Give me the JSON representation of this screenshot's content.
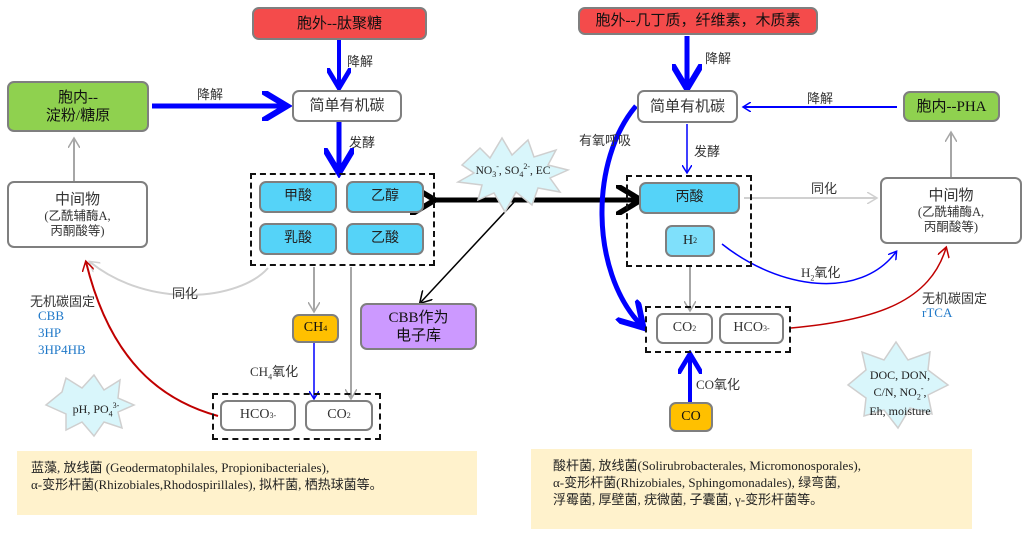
{
  "nodes": {
    "left_top": "胞外--肽聚糖",
    "right_top": "胞外--几丁质，纤维素，木质素",
    "left_simple_c": "简单有机碳",
    "right_simple_c": "简单有机碳",
    "left_storage_line1": "胞内--",
    "left_storage_line2": "淀粉/糖原",
    "right_storage": "胞内--PHA",
    "left_intermediate": {
      "title": "中间物",
      "line2": "(乙酰辅酶A,",
      "line3": "丙酮酸等)"
    },
    "right_intermediate": {
      "title": "中间物",
      "line2": "(乙酰辅酶A,",
      "line3": "丙酮酸等)"
    },
    "formic": "甲酸",
    "ethanol": "乙醇",
    "lactic": "乳酸",
    "acetic": "乙酸",
    "pyruvic": "丙酸",
    "h2": {
      "base": "H",
      "sub": "2"
    },
    "ch4": {
      "base": "CH",
      "sub": "4"
    },
    "cbb_line1": "CBB作为",
    "cbb_line2": "电子库",
    "co": "CO",
    "left_hco3": {
      "base": "HCO",
      "sub": "3",
      "sup": "-"
    },
    "left_co2": {
      "base": "CO",
      "sub": "2"
    },
    "right_co2": {
      "base": "CO",
      "sub": "2"
    },
    "right_hco3": {
      "base": "HCO",
      "sub": "3",
      "sup": "-"
    }
  },
  "labels": {
    "degrade": "降解",
    "ferment": "发酵",
    "assimilate": "同化",
    "aerobic": "有氧呼吸",
    "inorganic_fix": "无机碳固定",
    "left_pathways": [
      "CBB",
      "3HP",
      "3HP4HB"
    ],
    "right_pathway": "rTCA",
    "ch4_ox_sub": "4",
    "ch4_ox_base": "CH",
    "ox_suffix": "氧化",
    "h2_ox_base": "H",
    "h2_ox_sub": "2",
    "co_ox": "CO氧化"
  },
  "factors": {
    "middle": {
      "no3": "NO",
      "no3_sub": "3",
      "no3_sup": "-",
      "so4": ", SO",
      "so4_sub": "4",
      "so4_sup": "2-",
      "ec": ", EC"
    },
    "left": {
      "ph": "pH, PO",
      "sub": "4",
      "sup": "3-"
    },
    "right": {
      "line1": "DOC, DON,",
      "line2a": "C/N, NO",
      "line2_sub": "2",
      "line2_sup": "-",
      "line2b": ",",
      "line3": "Eh, moisture"
    }
  },
  "panels": {
    "left": [
      "蓝藻, 放线菌 (Geodermatophilales, Propionibacteriales),",
      "α-变形杆菌(Rhizobiales,Rhodospirillales), 拟杆菌, 栖热球菌等。"
    ],
    "right": [
      "酸杆菌, 放线菌(Solirubrobacterales, Micromonosporales),",
      "α-变形杆菌(Rhizobiales, Sphingomonadales), 绿弯菌,",
      "浮霉菌, 厚壁菌, 疣微菌, 子囊菌, γ-变形杆菌等。"
    ]
  },
  "colors": {
    "extracellular": "#f44b4b",
    "intracellular": "#8fd14f",
    "product": "#55d3f8",
    "gas": "#ffc000",
    "electron_sink": "#cc99ff",
    "factor_star": "#d9f6fb",
    "panel": "#fff2cc",
    "flow_blue": "#0000ff",
    "fix_red": "#c00000"
  }
}
